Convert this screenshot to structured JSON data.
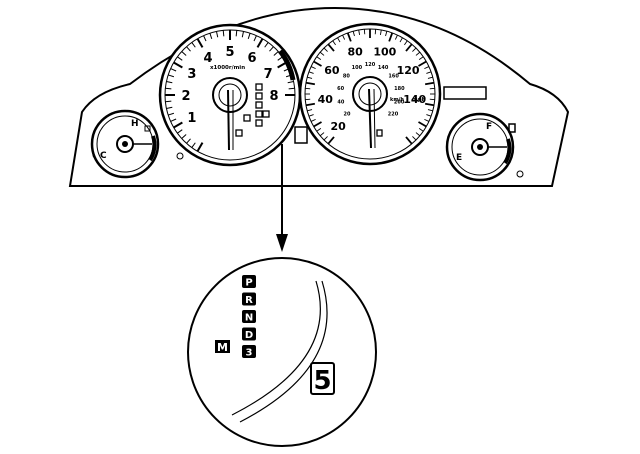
{
  "cluster": {
    "tachometer": {
      "unit": "x1000r/min",
      "labels": [
        "1",
        "2",
        "3",
        "4",
        "5",
        "6",
        "7",
        "8"
      ]
    },
    "speedometer": {
      "unit_mph": "mph",
      "unit_kmh": "km/h",
      "mph_labels": [
        "20",
        "40",
        "60",
        "80",
        "100",
        "120",
        "140"
      ],
      "kmh_labels": [
        "20",
        "40",
        "60",
        "80",
        "100",
        "120",
        "140",
        "160",
        "180",
        "200",
        "220"
      ]
    },
    "temp_gauge": {
      "hot": "H",
      "cold": "C"
    },
    "fuel_gauge": {
      "full": "F",
      "empty": "E"
    }
  },
  "detail": {
    "gear_indicators": [
      "P",
      "R",
      "N",
      "D",
      "3"
    ],
    "mode_indicator": "M",
    "gear_display": "5"
  }
}
